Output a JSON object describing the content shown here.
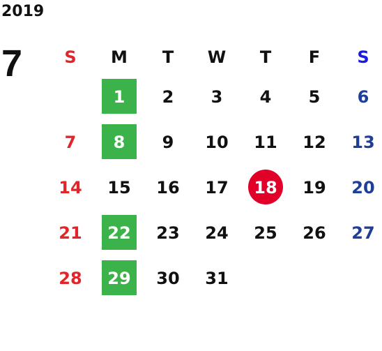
{
  "calendar": {
    "year": "2019",
    "month": "7",
    "colors": {
      "sunday": "#e0262a",
      "saturday_header": "#1a1ae6",
      "saturday": "#1f3f97",
      "weekday": "#111111",
      "highlight_bg": "#3bb34a",
      "today_bg": "#e00028"
    },
    "weekdays": [
      "S",
      "M",
      "T",
      "W",
      "T",
      "F",
      "S"
    ],
    "weeks": [
      [
        "",
        "1",
        "2",
        "3",
        "4",
        "5",
        "6"
      ],
      [
        "7",
        "8",
        "9",
        "10",
        "11",
        "12",
        "13"
      ],
      [
        "14",
        "15",
        "16",
        "17",
        "18",
        "19",
        "20"
      ],
      [
        "21",
        "22",
        "23",
        "24",
        "25",
        "26",
        "27"
      ],
      [
        "28",
        "29",
        "30",
        "31",
        "",
        "",
        ""
      ]
    ],
    "highlighted_days": [
      "1",
      "8",
      "22",
      "29"
    ],
    "today": "18"
  }
}
